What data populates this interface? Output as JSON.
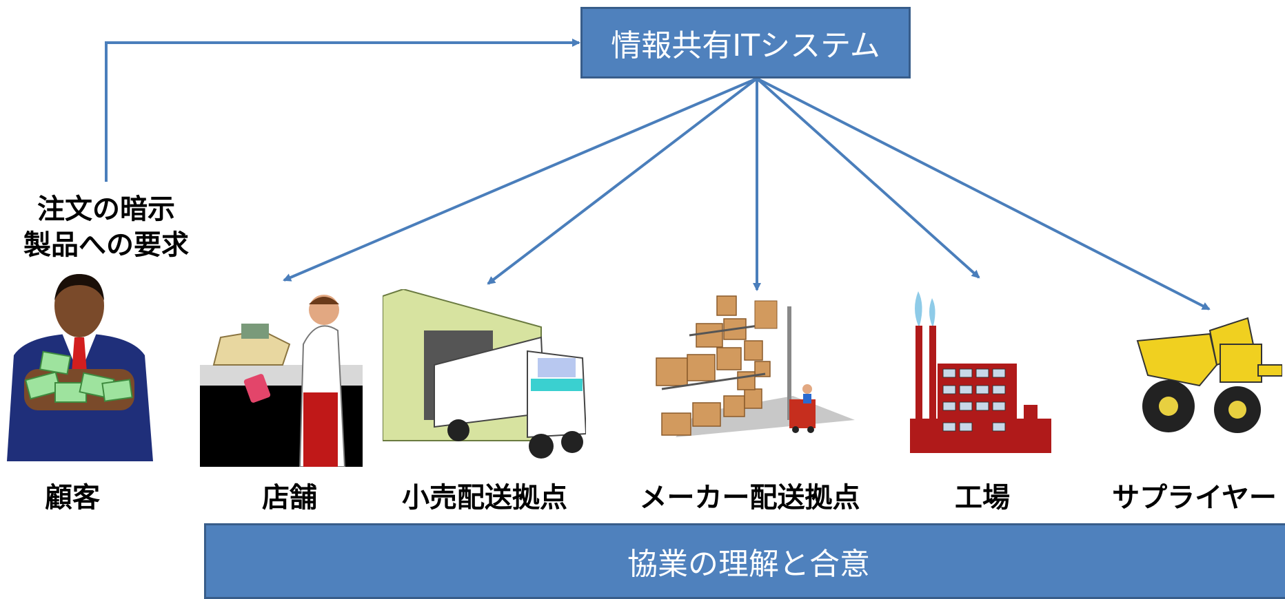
{
  "top_box": {
    "label": "情報共有ITシステム"
  },
  "bottom_box": {
    "label": "協業の理解と合意"
  },
  "order_note": {
    "line1": "注文の暗示",
    "line2": "製品への要求"
  },
  "nodes": [
    {
      "label": "顧客",
      "icon": "businessman-with-money-icon"
    },
    {
      "label": "店舗",
      "icon": "shop-cashier-icon"
    },
    {
      "label": "小売配送拠点",
      "icon": "truck-warehouse-icon"
    },
    {
      "label": "メーカー配送拠点",
      "icon": "warehouse-forklift-icon"
    },
    {
      "label": "工場",
      "icon": "factory-icon"
    },
    {
      "label": "サプライヤー",
      "icon": "dump-truck-icon"
    }
  ],
  "colors": {
    "box_fill": "#4f81bd",
    "box_border": "#385d8a",
    "arrow": "#4a7ebb"
  }
}
